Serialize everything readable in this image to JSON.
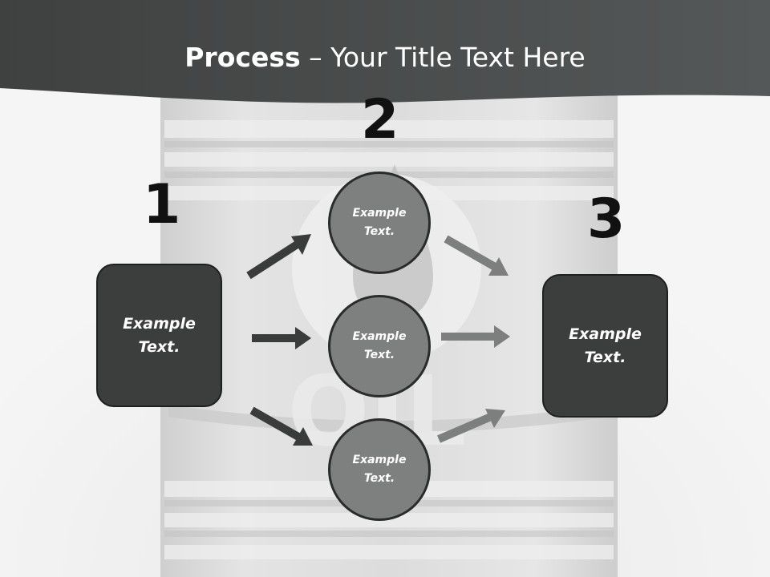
{
  "title": {
    "bold": "Process",
    "rest": " – Your Title Text Here"
  },
  "steps": [
    "1",
    "2",
    "3"
  ],
  "left_box": {
    "line1": "Example",
    "line2": "Text."
  },
  "circles": [
    {
      "line1": "Example",
      "line2": "Text."
    },
    {
      "line1": "Example",
      "line2": "Text."
    },
    {
      "line1": "Example",
      "line2": "Text."
    }
  ],
  "right_box": {
    "line1": "Example",
    "line2": "Text."
  },
  "background_text": "OIL",
  "colors": {
    "header": "#434545",
    "box": "#3c3d3d",
    "circle": "#7e7f7f",
    "dark_arrow": "#3a3b3b",
    "light_arrow": "#7d7e7e"
  }
}
